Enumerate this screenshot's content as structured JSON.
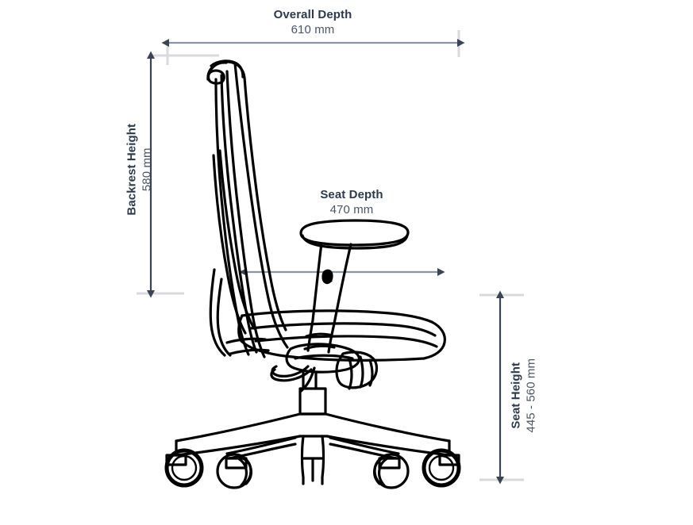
{
  "figure": {
    "subject": "office-chair-side-elevation",
    "background_color": "#ffffff",
    "line_color": "#000000",
    "dimension_line_color": "#8a94a6",
    "extension_line_color": "#d8dade",
    "arrow_color": "#3a4456",
    "title_color": "#2d3a4e",
    "value_color": "#4a5568"
  },
  "dimensions": {
    "overall_depth": {
      "title": "Overall Depth",
      "value": "610 mm"
    },
    "backrest_height": {
      "title": "Backrest Height",
      "value": "580 mm"
    },
    "seat_depth": {
      "title": "Seat Depth",
      "value": "470 mm"
    },
    "seat_height": {
      "title": "Seat Height",
      "value": "445 - 560 mm"
    }
  }
}
